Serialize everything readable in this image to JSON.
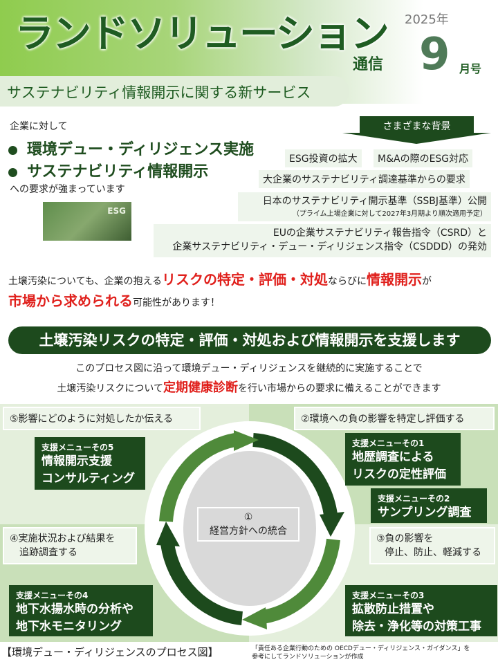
{
  "header": {
    "title": "ランドソリューション",
    "tsushin": "通信",
    "year": "2025年",
    "month": "9",
    "gou": "月号",
    "subtitle": "サステナビリティ情報開示に関する新サービス"
  },
  "intro": {
    "lead": "企業に対して",
    "bullets": [
      "環境デュー・ディリジェンス実施",
      "サステナビリティ情報開示"
    ],
    "tail": "への要求が強まっています",
    "esg_image_text": "ESG"
  },
  "background": {
    "label": "さまざまな背景",
    "items": [
      "ESG投資の拡大",
      "M&Aの際のESG対応",
      "大企業のサステナビリティ調達基準からの要求",
      "日本のサステナビリティ開示基準（SSBJ基準）公開",
      "（プライム上場企業に対して2027年3月期より順次適用予定）",
      "EUの企業サステナビリティ報告指令（CSRD）と",
      "企業サステナビリティ・デュー・ディリジェンス指令（CSDDD）の発効"
    ]
  },
  "risk": {
    "p1": "土壌汚染についても、企業の抱える",
    "r1": "リスクの特定・評価・対処",
    "p2": "ならびに",
    "r2": "情報開示",
    "p3": "が",
    "r3": "市場から求められる",
    "p4": "可能性があります！"
  },
  "banner": "土壌汚染リスクの特定・評価・対処および情報開示を支援します",
  "desc": {
    "line1": "このプロセス図に沿って環境デュー・ディリジェンスを継続的に実施することで",
    "l2a": "土壌汚染リスクについて",
    "l2r": "定期健康診断",
    "l2b": "を行い市場からの要求に備えることができます"
  },
  "process": {
    "center": {
      "num": "①",
      "label": "経営方針への統合"
    },
    "steps": [
      "⑤影響にどのように対処したか伝える",
      "②環境への負の影響を特定し評価する",
      "④実施状況および結果を",
      "追跡調査する",
      "③負の影響を",
      "停止、防止、軽減する"
    ],
    "menus": [
      {
        "head": "支援メニューその5",
        "lines": [
          "情報開示支援",
          "コンサルティング"
        ]
      },
      {
        "head": "支援メニューその1",
        "lines": [
          "地歴調査による",
          "リスクの定性評価"
        ]
      },
      {
        "head": "支援メニューその2",
        "lines": [
          "サンプリング調査"
        ]
      },
      {
        "head": "支援メニューその4",
        "lines": [
          "地下水揚水時の分析や",
          "地下水モニタリング"
        ]
      },
      {
        "head": "支援メニューその3",
        "lines": [
          "拡散防止措置や",
          "除去・浄化等の対策工事"
        ]
      }
    ],
    "caption": "【環境デュー・ディリジェンスのプロセス図】",
    "note1": "「責任ある企業行動のための OECDデュー・ディリジェンス・ガイダンス」を",
    "note2": "参考にしてランドソリューションが作成"
  },
  "colors": {
    "dark_green": "#1d4a1d",
    "mid_green": "#4f8a3a",
    "red": "#e0201c"
  }
}
